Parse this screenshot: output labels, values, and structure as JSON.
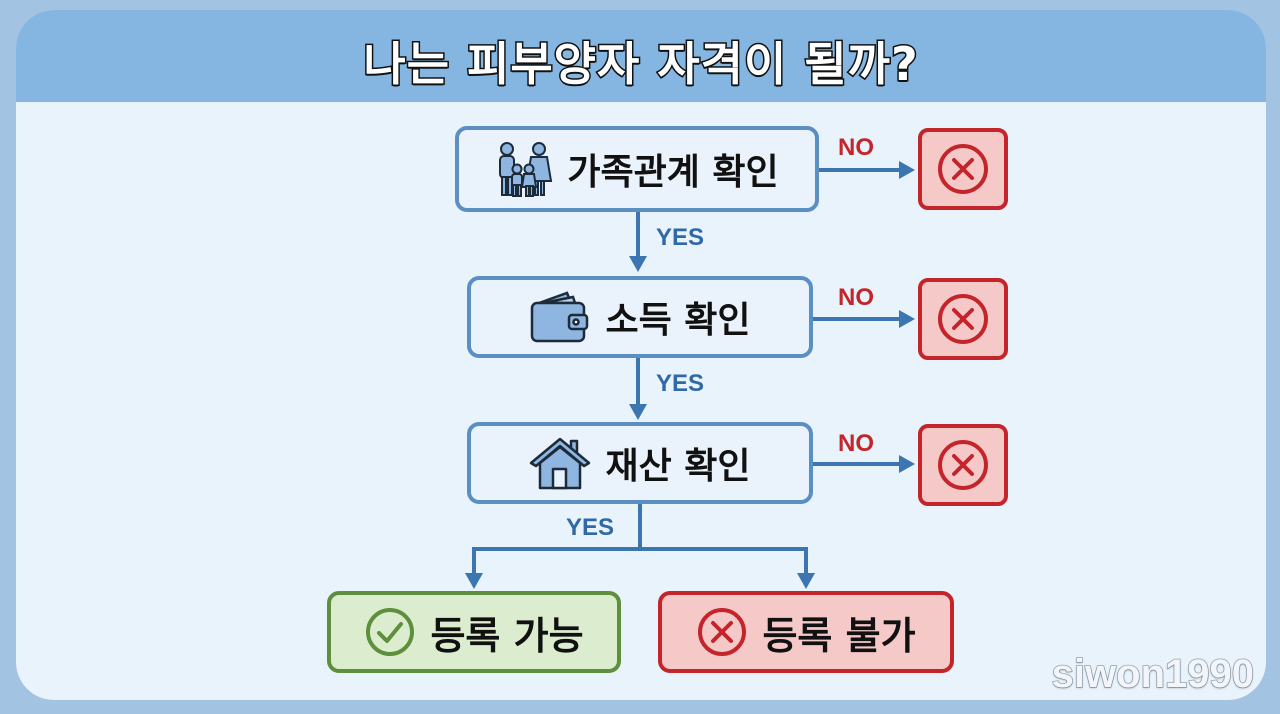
{
  "title": "나는 피부양자 자격이 될까?",
  "colors": {
    "outer_bg": "#a3c3e2",
    "header_bg": "#85b6e1",
    "content_bg": "#e9f3fc",
    "node_border": "#5b8fc4",
    "connector": "#3b76b0",
    "no_red": "#c4252b",
    "no_fill": "#f6c9c9",
    "yes_green": "#5e8f3c",
    "yes_fill": "#dcedcf"
  },
  "steps": [
    {
      "label": "가족관계 확인",
      "icon": "family-icon",
      "yes_label": "YES",
      "no_label": "NO"
    },
    {
      "label": "소득 확인",
      "icon": "wallet-icon",
      "yes_label": "YES",
      "no_label": "NO"
    },
    {
      "label": "재산 확인",
      "icon": "house-icon",
      "yes_label": "YES",
      "no_label": "NO"
    }
  ],
  "outcomes": [
    {
      "label": "등록 가능",
      "icon": "check-circle-icon",
      "type": "success"
    },
    {
      "label": "등록 불가",
      "icon": "x-circle-icon",
      "type": "failure"
    }
  ],
  "watermark": "siwon1990"
}
